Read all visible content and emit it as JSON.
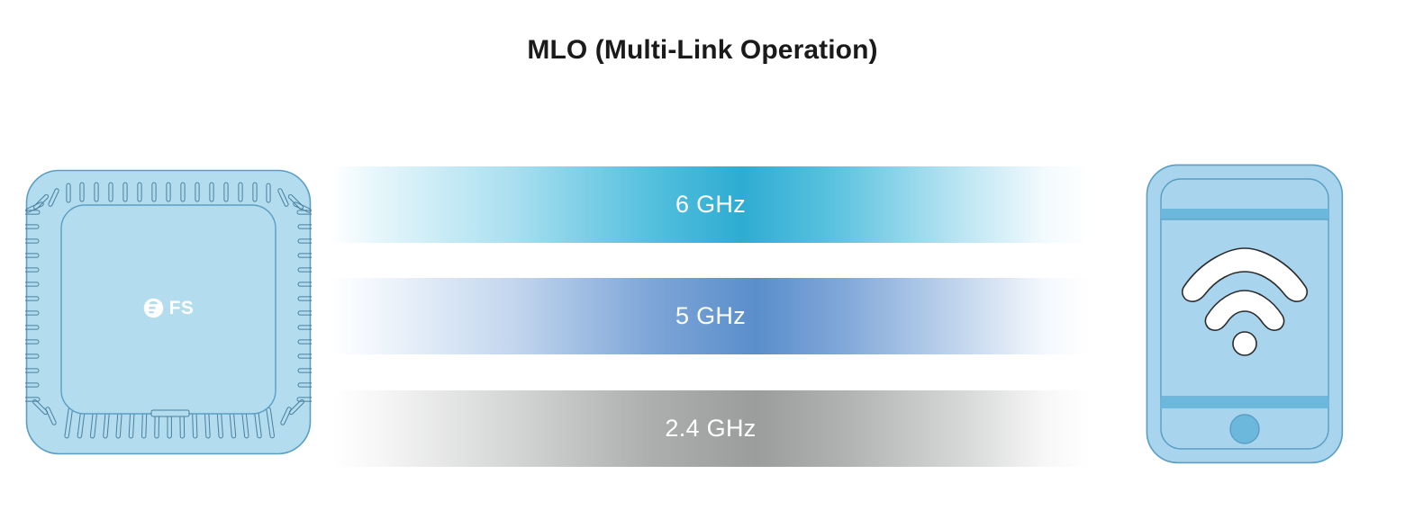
{
  "page": {
    "title": "MLO (Multi-Link Operation)",
    "background_color": "#ffffff",
    "title_color": "#1a1a1a"
  },
  "router": {
    "name": "FS wireless access point",
    "brand_text": "FS",
    "logo_icon": "fs-logo-icon",
    "body_color": "#b3dcef",
    "outline_color": "#5a9ec4",
    "vent_color": "#4a7f9e",
    "logo_color": "#ffffff",
    "led_indicator": "led-indicator"
  },
  "bands": [
    {
      "id": "band-6ghz",
      "label": "6 GHz",
      "peak_color": "#3fb5d8",
      "edge_color": "#ffffff",
      "text_color": "#ffffff",
      "gradient": "linear-gradient(to right, #ffffff 0%, #e6f6fb 6%, #aadff0 24%, #55c0de 42%, #2eacd2 54%, #59c2df 66%, #b6e3f2 82%, #f2fafd 94%, #ffffff 100%)"
    },
    {
      "id": "band-5ghz",
      "label": "5 GHz",
      "peak_color": "#5f91c8",
      "edge_color": "#ffffff",
      "text_color": "#ffffff",
      "gradient": "linear-gradient(to right, #ffffff 0%, #f1f6fc 6%, #c3d6ee 24%, #7ea6d8 42%, #5a8ecb 56%, #83a9da 68%, #c7d9ef 84%, #f4f8fd 94%, #ffffff 100%)"
    },
    {
      "id": "band-24ghz",
      "label": "2.4 GHz",
      "peak_color": "#a6a8a8",
      "edge_color": "#ffffff",
      "text_color": "#ffffff",
      "gradient": "linear-gradient(to right, #ffffff 0%, #f7f7f7 6%, #d4d5d5 24%, #adafaf 42%, #9b9d9d 56%, #b1b3b3 68%, #d8d9d9 84%, #f7f7f7 94%, #ffffff 100%)"
    }
  ],
  "phone": {
    "name": "smartphone client",
    "body_color": "#a8d5ed",
    "screen_color": "#a8d5ed",
    "strip_color": "#6cb8dd",
    "outline_color": "#5a9ec4",
    "wifi_icon": "wifi-icon",
    "wifi_icon_color": "#ffffff",
    "home_button_icon": "home-button-icon",
    "home_button_color": "#6cb8dd"
  },
  "chart_data": {
    "type": "diagram",
    "title": "MLO (Multi-Link Operation)",
    "description": "Multi-Link Operation showing a wireless access point connected to a smartphone simultaneously over three frequency bands.",
    "nodes": [
      "FS wireless access point",
      "Smartphone"
    ],
    "links": [
      "6 GHz",
      "5 GHz",
      "2.4 GHz"
    ]
  }
}
